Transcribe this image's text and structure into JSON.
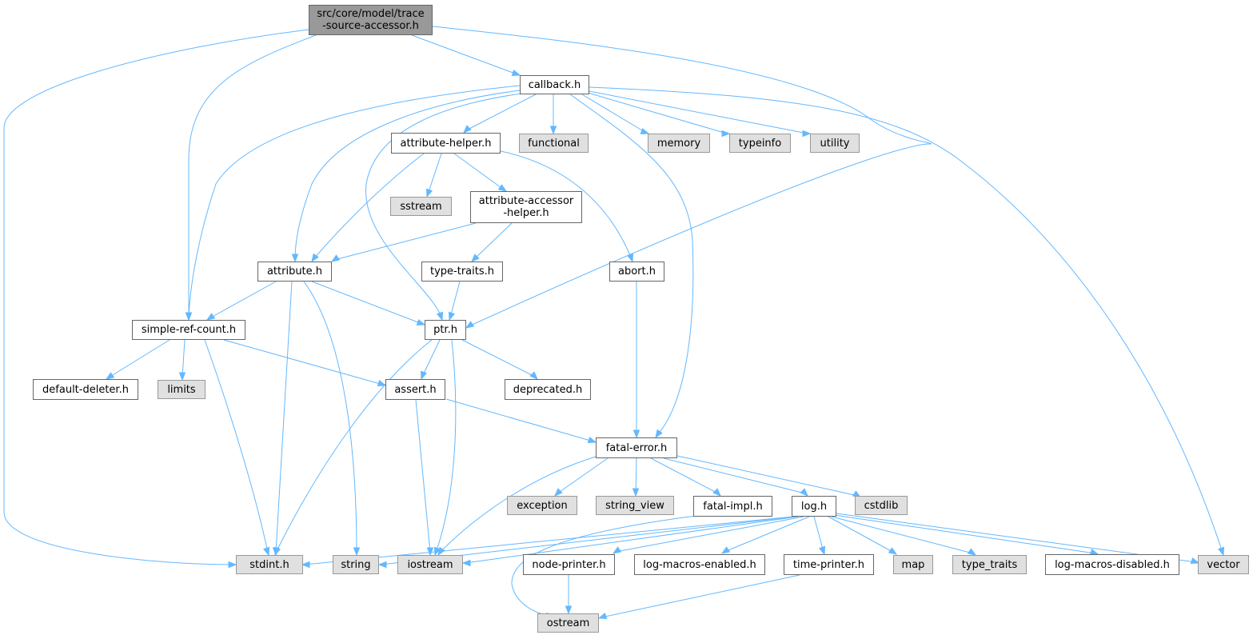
{
  "colors": {
    "edge": "#63b8ff",
    "root_fill": "#999999",
    "system_fill": "#e0e0e0",
    "node_border": "#666666"
  },
  "nodes": {
    "trace_source_accessor": "src/core/model/trace\n-source-accessor.h",
    "callback": "callback.h",
    "attribute_helper": "attribute-helper.h",
    "functional": "functional",
    "memory": "memory",
    "typeinfo": "typeinfo",
    "utility": "utility",
    "sstream": "sstream",
    "attribute_accessor_helper": "attribute-accessor\n-helper.h",
    "attribute": "attribute.h",
    "type_traits_h": "type-traits.h",
    "abort": "abort.h",
    "simple_ref_count": "simple-ref-count.h",
    "ptr": "ptr.h",
    "default_deleter": "default-deleter.h",
    "limits": "limits",
    "assert": "assert.h",
    "deprecated": "deprecated.h",
    "fatal_error": "fatal-error.h",
    "exception": "exception",
    "string_view": "string_view",
    "fatal_impl": "fatal-impl.h",
    "log": "log.h",
    "cstdlib": "cstdlib",
    "stdint": "stdint.h",
    "string": "string",
    "iostream": "iostream",
    "node_printer": "node-printer.h",
    "log_macros_enabled": "log-macros-enabled.h",
    "time_printer": "time-printer.h",
    "map": "map",
    "type_traits": "type_traits",
    "log_macros_disabled": "log-macros-disabled.h",
    "vector": "vector",
    "ostream": "ostream"
  }
}
